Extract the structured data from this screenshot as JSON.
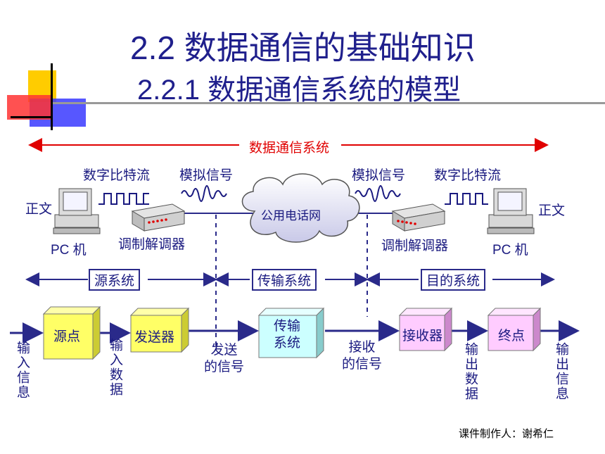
{
  "title": "2.2  数据通信的基础知识",
  "subtitle": "2.2.1 数据通信系统的模型",
  "system_label": "数据通信系统",
  "bitstream_left": "数字比特流",
  "bitstream_right": "数字比特流",
  "analog_left": "模拟信号",
  "analog_right": "模拟信号",
  "text_left": "正文",
  "text_right": "正文",
  "pc_left": "PC 机",
  "pc_right": "PC 机",
  "modem_left": "调制解调器",
  "modem_right": "调制解调器",
  "network": "公用电话网",
  "sections": {
    "source": "源系统",
    "transmission": "传输系统",
    "destination": "目的系统"
  },
  "blocks": {
    "source_point": "源点",
    "transmitter": "发送器",
    "transmission": "传输\n系统",
    "receiver": "接收器",
    "destination_point": "终点"
  },
  "flow_labels": {
    "input_info": "输入信息",
    "input_data": "输入数据",
    "sent_signal": "发送\n的信号",
    "received_signal": "接收\n的信号",
    "output_data": "输出数据",
    "output_info": "输出信息"
  },
  "credit": "课件制作人：谢希仁",
  "colors": {
    "title": "#1f1f8c",
    "accent_red": "#e00000",
    "line": "#2a2a8a",
    "yellow_box": "#ffff66",
    "cyan_box": "#ccffff",
    "pink_box": "#ffccff"
  }
}
